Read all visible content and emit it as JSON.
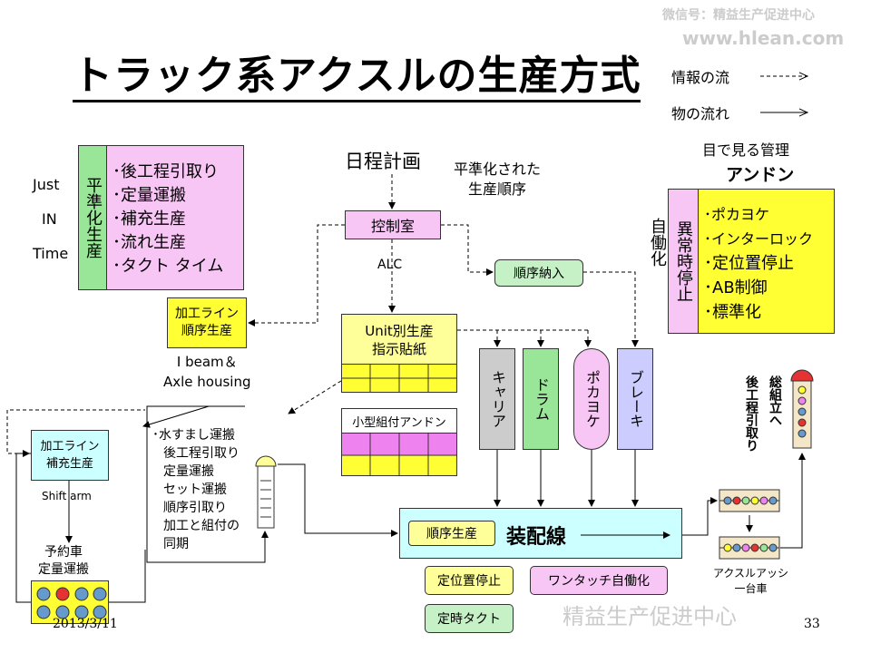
{
  "watermark": {
    "wechat": "微信号：精益生产促进中心",
    "url": "www.hlean.com",
    "footer": "精益生产促进中心"
  },
  "title": "トラック系アクスルの生産方式",
  "legend": {
    "info": "情報の流",
    "goods": "物の流れ"
  },
  "jit": {
    "left": [
      "Just",
      "IN",
      "Time"
    ],
    "label": "平準化生産",
    "items": [
      "･後工程引取り",
      "･定量運搬",
      "･補充生産",
      "･流れ生産",
      "･タクト タイム"
    ]
  },
  "schedule": {
    "title": "日程計画",
    "note": "平準化された\n生産順序",
    "control": "控制室",
    "alc": "ALC",
    "seq_delivery": "順序納入"
  },
  "visual": {
    "title": "目で見る管理",
    "andon": "アンドン",
    "jidoka": "自働化",
    "abnormal": "異常時停止",
    "items": [
      "･ポカヨケ",
      "･インターロック",
      "･定位置停止",
      "･AB制御",
      "･標準化"
    ]
  },
  "machining_seq": {
    "label": "加工ライン\n順序生産",
    "sub": "I beam＆\nAxle housing"
  },
  "unit": {
    "label": "Unit別生産\n指示貼紙"
  },
  "small_andon": {
    "label": "小型組付アンドン"
  },
  "columns": [
    "キャリア",
    "ドラム",
    "ポカヨケ",
    "ブレーキ"
  ],
  "replenish": {
    "label": "加工ライン\n補充生産",
    "sub": "Shift arm"
  },
  "water": {
    "items": [
      "･水すまし運搬",
      "後工程引取り",
      "定量運搬",
      "セット運搬",
      "順序引取り",
      "加工と組付の\n同期"
    ]
  },
  "reserve": {
    "label": "予約車\n定量運搬"
  },
  "assembly": {
    "seq": "順序生産",
    "line": "装配線",
    "fixed": "定位置停止",
    "one_touch": "ワンタッチ自働化",
    "takt": "定時タクト"
  },
  "right": {
    "to_assembly": "総組立へ",
    "pull": "後工程引取り",
    "axle": "アクスルアッシ\n一台車"
  },
  "date": "2013/3/11",
  "page": "33",
  "colors": {
    "green": "#99e699",
    "pink": "#f7c6f5",
    "yellow": "#ffff33",
    "lightyellow": "#ffff99",
    "cyan": "#ccffff",
    "gray": "#cccccc",
    "lightgreen": "#c6f0c6",
    "magenta": "#ee82ee"
  }
}
